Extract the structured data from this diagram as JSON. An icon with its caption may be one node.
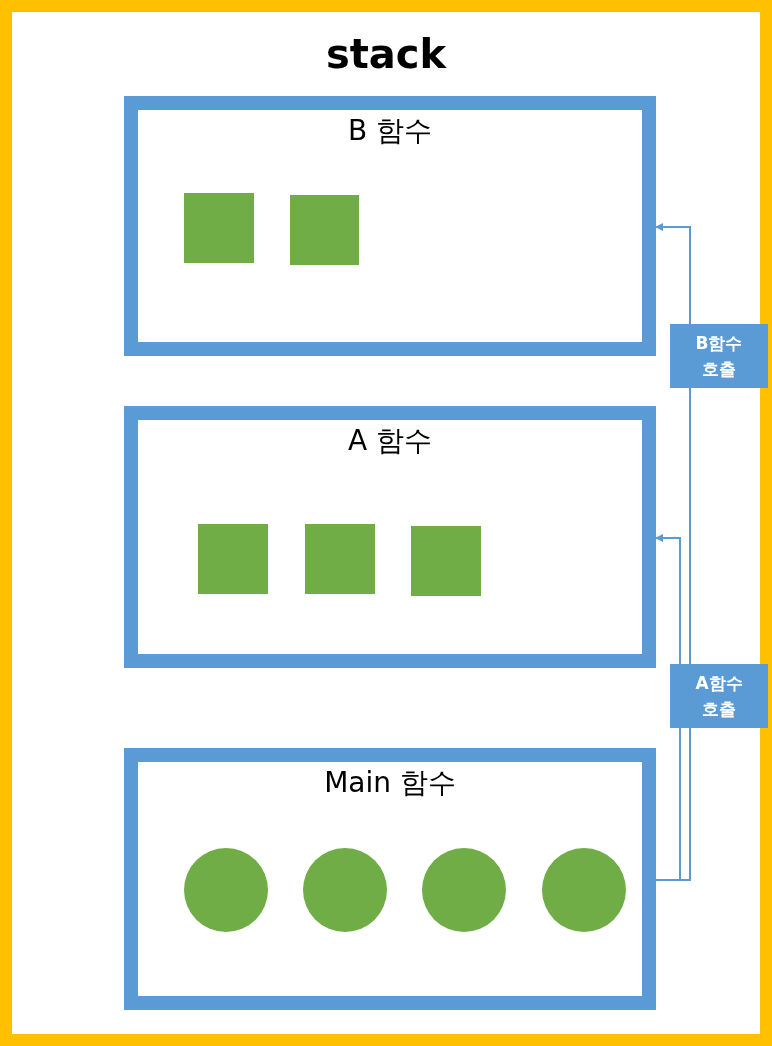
{
  "diagram": {
    "nodes": [
      {
        "text": [
          "stack"
        ]
      },
      {
        "text": [
          "B 함수"
        ],
        "in": 0
      },
      {
        "text": [],
        "shape": "box",
        "in": 1
      },
      {
        "text": [],
        "shape": "box",
        "in": 1
      },
      {
        "text": [
          "A 함수"
        ],
        "in": 0
      },
      {
        "text": [],
        "shape": "box",
        "in": 4
      },
      {
        "text": [],
        "shape": "box",
        "in": 4
      },
      {
        "text": [],
        "shape": "box",
        "in": 4
      },
      {
        "text": [
          "Main 함수"
        ],
        "in": 0
      },
      {
        "text": [],
        "shape": "circle",
        "in": 8
      },
      {
        "text": [],
        "shape": "circle",
        "in": 8
      },
      {
        "text": [],
        "shape": "circle",
        "in": 8
      },
      {
        "text": [],
        "shape": "circle",
        "in": 8
      }
    ],
    "edges": [
      {
        "from": 8,
        "to": 4,
        "arrow": "to",
        "label": "A함수 호출"
      },
      {
        "from": 8,
        "to": 1,
        "arrow": "to",
        "label": "B함수 호출"
      }
    ]
  }
}
